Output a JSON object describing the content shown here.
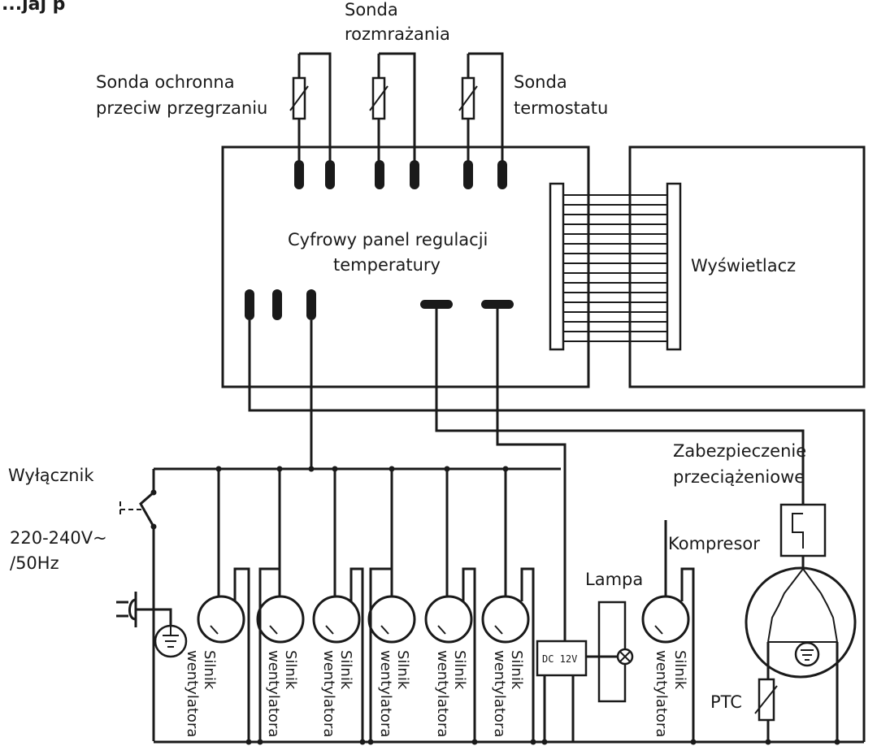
{
  "title": "...jaj p",
  "labels": {
    "defrost_probe_line1": "Sonda",
    "defrost_probe_line2": "rozmrażania",
    "overheat_probe_line1": "Sonda ochronna",
    "overheat_probe_line2": "przeciw przegrzaniu",
    "thermostat_probe_line1": "Sonda",
    "thermostat_probe_line2": "termostatu",
    "panel_line1": "Cyfrowy panel regulacji",
    "panel_line2": "temperatury",
    "display": "Wyświetlacz",
    "switch": "Wyłącznik",
    "voltage_line1": "220-240V~",
    "voltage_line2": "/50Hz",
    "lamp": "Lampa",
    "dc": "DC 12V",
    "overload_line1": "Zabezpieczenie",
    "overload_line2": "przeciążeniowe",
    "compressor": "Kompresor",
    "ptc": "PTC",
    "fan_line1": "Silnik",
    "fan_line2": "wentylatora"
  }
}
